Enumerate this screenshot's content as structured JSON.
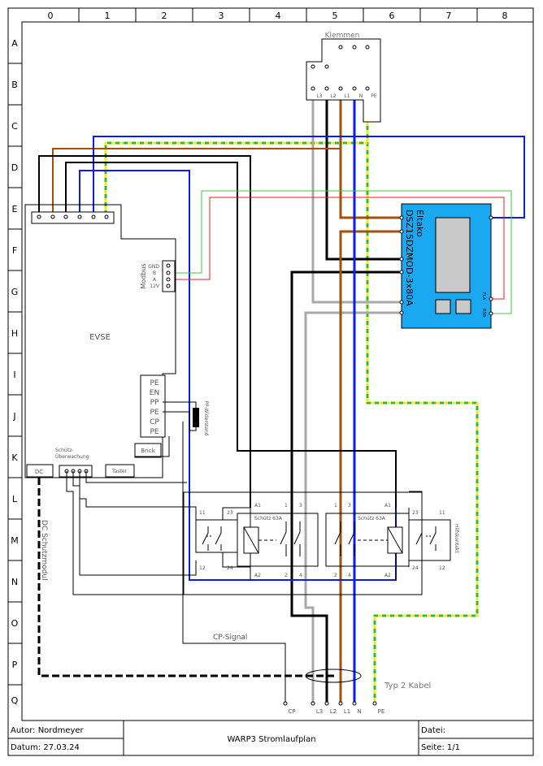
{
  "grid": {
    "columns": [
      "0",
      "1",
      "2",
      "3",
      "4",
      "5",
      "6",
      "7",
      "8"
    ],
    "rows": [
      "A",
      "B",
      "C",
      "D",
      "E",
      "F",
      "G",
      "H",
      "I",
      "J",
      "K",
      "L",
      "M",
      "N",
      "O",
      "P",
      "Q"
    ]
  },
  "terminals": {
    "title": "Klemmen",
    "labels": [
      "L3",
      "L2",
      "L1",
      "N",
      "PE"
    ]
  },
  "evse": {
    "label": "EVSE",
    "modbus_title": "Modbus",
    "modbus_pins": [
      "GND",
      "B",
      "A",
      "12V"
    ],
    "pins": [
      "PE",
      "EN",
      "PP",
      "PE",
      "CP",
      "PE"
    ],
    "pp_resistor": "PP-Widerstand",
    "brick": "Brick",
    "monitor_title": "Schütz-\nÜberwachung",
    "taster": "Taster",
    "dc": "DC",
    "top_pins": [
      "",
      "",
      "",
      "",
      "",
      ""
    ]
  },
  "meter": {
    "brand": "Eltako",
    "model": "DSZ15DZMOD-3x80A",
    "bus_labels": [
      "FLA",
      "RSB"
    ]
  },
  "contactors": {
    "left": {
      "label": "Schütz 63A",
      "aux_top": "11",
      "aux_bottom": "12",
      "aux23": "23",
      "aux24": "24",
      "a1": "A1",
      "a2": "A2",
      "p1": "1",
      "p3": "3",
      "p2": "2",
      "p4": "4"
    },
    "right": {
      "label": "Schütz 63A",
      "aux_top": "11",
      "aux_bottom": "12",
      "aux23": "23",
      "aux24": "24",
      "a1": "A1",
      "a2": "A2",
      "p1": "1",
      "p3": "3",
      "p2": "2",
      "p4": "4"
    },
    "aux_contact": "Hilfskontakt"
  },
  "labels": {
    "cp_signal": "CP-Signal",
    "dc_module": "DC Schutzmodul",
    "cable": "Typ 2 Kabel"
  },
  "outputs": [
    "CP",
    "L3",
    "L2",
    "L1",
    "N",
    "PE"
  ],
  "title_block": {
    "author": "Autor: Nordmeyer",
    "date": "Datum: 27.03.24",
    "title": "WARP3 Stromlaufplan",
    "file": "Datei:",
    "page": "Seite: 1/1"
  },
  "colors": {
    "L1": "#a0500f",
    "L2": "#000000",
    "L3": "#a8a8a8",
    "N": "#0a1ee6",
    "PE_yellow": "#f2ea1d",
    "PE_green": "#2eb84a",
    "meter": "#1aa8f0",
    "modbus_green": "#4ac24a",
    "modbus_red": "#e02020"
  }
}
